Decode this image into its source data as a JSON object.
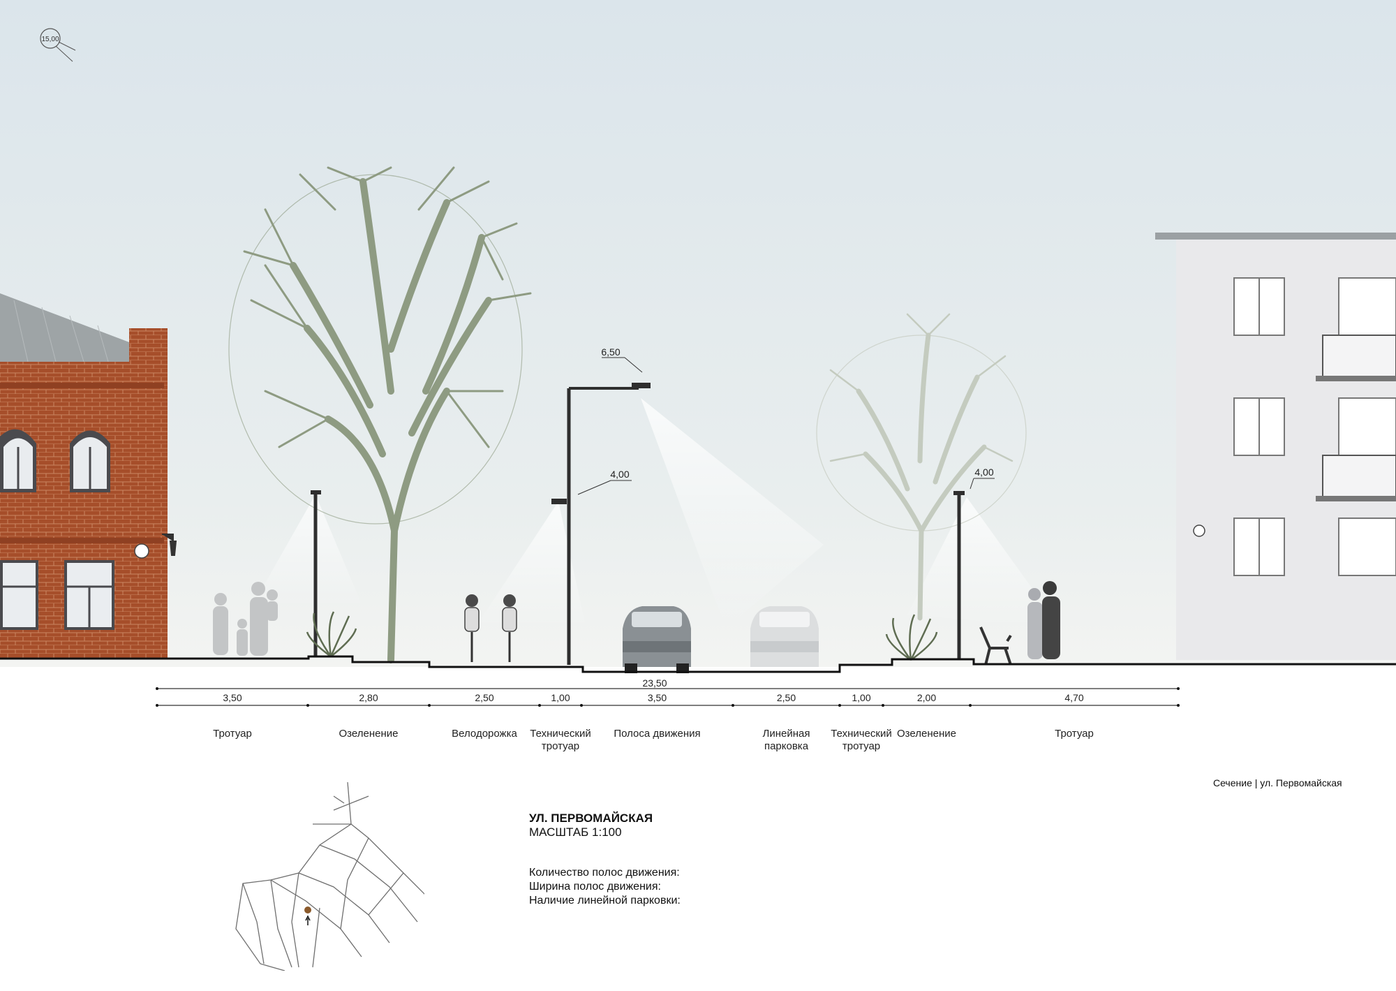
{
  "direction_badge": "15,00",
  "height_marks": {
    "pole_main_top": "6,50",
    "pole_main_low": "4,00",
    "pole_right": "4,00"
  },
  "total_width": "23,50",
  "segments": [
    {
      "width": "3,50",
      "label_lines": [
        "Тротуар"
      ]
    },
    {
      "width": "2,80",
      "label_lines": [
        "Озеленение"
      ]
    },
    {
      "width": "2,50",
      "label_lines": [
        "Велодорожка"
      ]
    },
    {
      "width": "1,00",
      "label_lines": [
        "Технический",
        "тротуар"
      ]
    },
    {
      "width": "3,50",
      "label_lines": [
        "Полоса движения"
      ]
    },
    {
      "width": "2,50",
      "label_lines": [
        "Линейная",
        "парковка"
      ]
    },
    {
      "width": "1,00",
      "label_lines": [
        "Технический",
        "тротуар"
      ]
    },
    {
      "width": "2,00",
      "label_lines": [
        "Озеленение"
      ]
    },
    {
      "width": "4,70",
      "label_lines": [
        "Тротуар"
      ]
    }
  ],
  "caption": "Сечение | ул. Первомайская",
  "street": {
    "title": "УЛ. ПЕРВОМАЙСКАЯ",
    "scale": "МАСШТАБ 1:100",
    "params": [
      "Количество полос движения:",
      "Ширина полос движения:",
      "Наличие линейной парковки:"
    ]
  },
  "colors": {
    "sky_top": "#dde6ec",
    "sky_bottom": "#f0f2f1",
    "brick": "#a9502c",
    "tree": "#8e9b82",
    "house": "#e9e9eb"
  }
}
